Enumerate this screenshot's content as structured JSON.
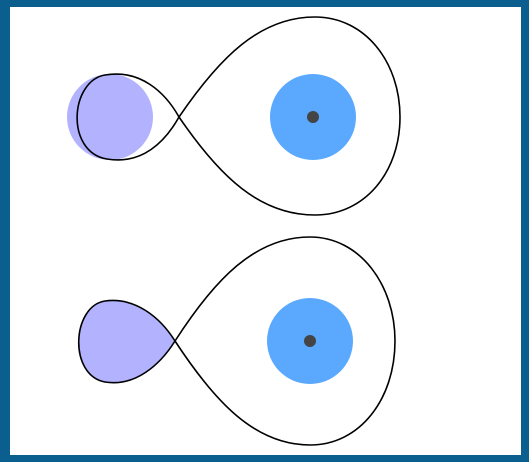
{
  "colors": {
    "frame_border": "#0b5f8e",
    "canvas_background": "#ffffff",
    "donor_star_fill": "#b2b2ff",
    "accretor_star_fill": "#5aa9ff",
    "center_of_mass": "#444444",
    "roche_lobe_outline": "#000000"
  },
  "panels": [
    {
      "id": "detached-phase",
      "donor_shape": "sphere-inside-lobe",
      "lobe_filled": false
    },
    {
      "id": "mass-transfer-phase",
      "donor_shape": "fills-roche-lobe",
      "lobe_filled": true
    }
  ]
}
